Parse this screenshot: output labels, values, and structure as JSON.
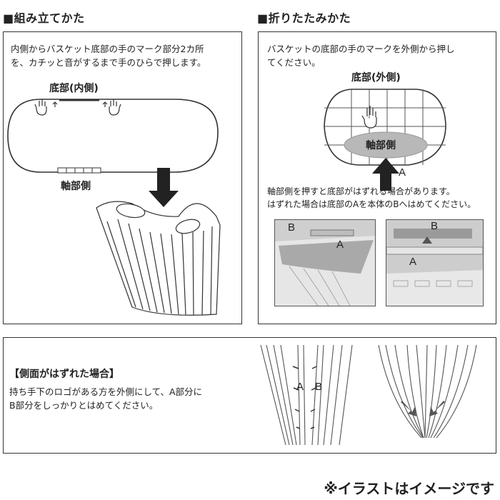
{
  "assembly": {
    "title": "■組み立てかた",
    "instruction_line1": "内側からバスケット底部の手のマーク部分2カ所",
    "instruction_line2": "を、カチッと音がするまで手のひらで押します。",
    "bottom_inner_label": "底部(内側)",
    "axis_side_label": "軸部側"
  },
  "folding": {
    "title": "■折りたたみかた",
    "instruction_line1": "バスケットの底部の手のマークを外側から押し",
    "instruction_line2": "てください。",
    "bottom_outer_label": "底部(外側)",
    "axis_label": "軸部側",
    "arrow_label": "A",
    "note_line1": "軸部側を押すと底部がはずれる場合があります。",
    "note_line2": "はずれた場合は底部のAを本体のBへはめてください。",
    "photo1": {
      "label_b": "B",
      "label_a": "A"
    },
    "photo2": {
      "label_b": "B",
      "label_a": "A"
    }
  },
  "side": {
    "title": "【側面がはずれた場合】",
    "instruction_line1": "持ち手下のロゴがある方を外側にして、A部分に",
    "instruction_line2": "B部分をしっかりとはめてください。",
    "label_a": "A",
    "label_b": "B"
  },
  "footer_note": "※イラストはイメージです"
}
